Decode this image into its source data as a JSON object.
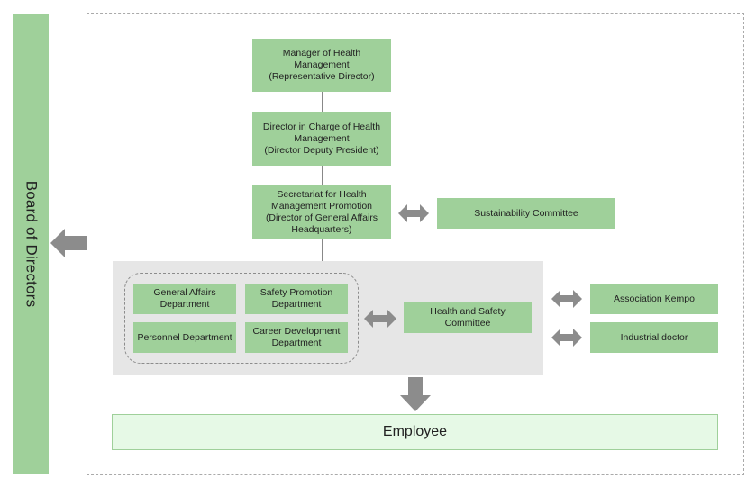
{
  "sidebar": {
    "label": "Board of Directors"
  },
  "chain": {
    "manager": [
      "Manager of Health",
      "Management",
      "(Representative Director)"
    ],
    "director": [
      "Director in Charge of Health",
      "Management",
      "(Director Deputy President)"
    ],
    "secretariat": [
      "Secretariat for Health",
      "Management Promotion",
      "(Director of General Affairs",
      "Headquarters)"
    ]
  },
  "sustainability": "Sustainability Committee",
  "departments": {
    "general_affairs": [
      "General Affairs",
      "Department"
    ],
    "safety_promotion": [
      "Safety Promotion",
      "Department"
    ],
    "personnel": "Personnel Department",
    "career_development": [
      "Career Development",
      "Department"
    ]
  },
  "health_safety": "Health and Safety Committee",
  "partners": {
    "kempo": "Association Kempo",
    "doctor": "Industrial doctor"
  },
  "employee": "Employee",
  "colors": {
    "box_green": "#9fd09a",
    "employee_fill": "#e6f9e6",
    "gray_area": "#e6e6e6",
    "arrow_gray": "#8c8c8c",
    "dash_gray": "#aaaaaa"
  }
}
